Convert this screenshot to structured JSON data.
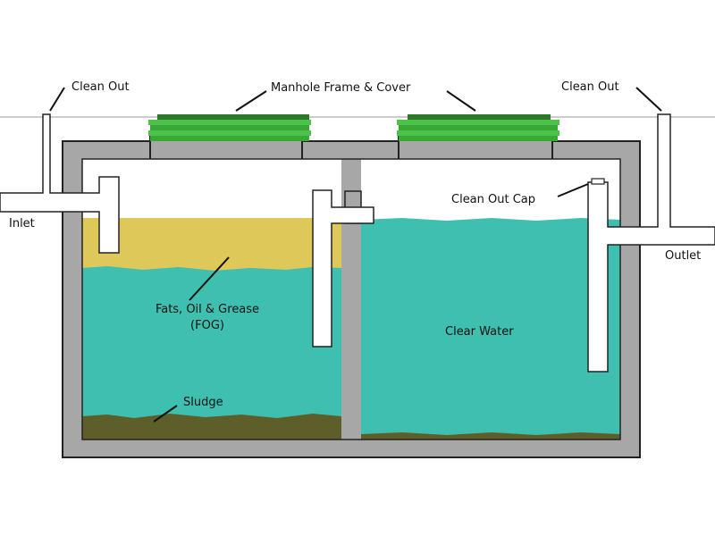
{
  "labels": {
    "clean_out_left": "Clean Out",
    "manhole": "Manhole Frame & Cover",
    "clean_out_right": "Clean Out",
    "inlet": "Inlet",
    "clean_out_cap": "Clean Out Cap",
    "outlet": "Outlet",
    "fog_line1": "Fats, Oil & Grease",
    "fog_line2": "(FOG)",
    "clear_water": "Clear Water",
    "sludge": "Sludge"
  },
  "colors": {
    "water": "#3fbfb0",
    "fog": "#dfc85a",
    "sludge": "#5e5e2a",
    "tank": "#a7a7a7",
    "cover": "#4cc24a",
    "cover_dark": "#2f7a2a",
    "outline": "#222222"
  }
}
